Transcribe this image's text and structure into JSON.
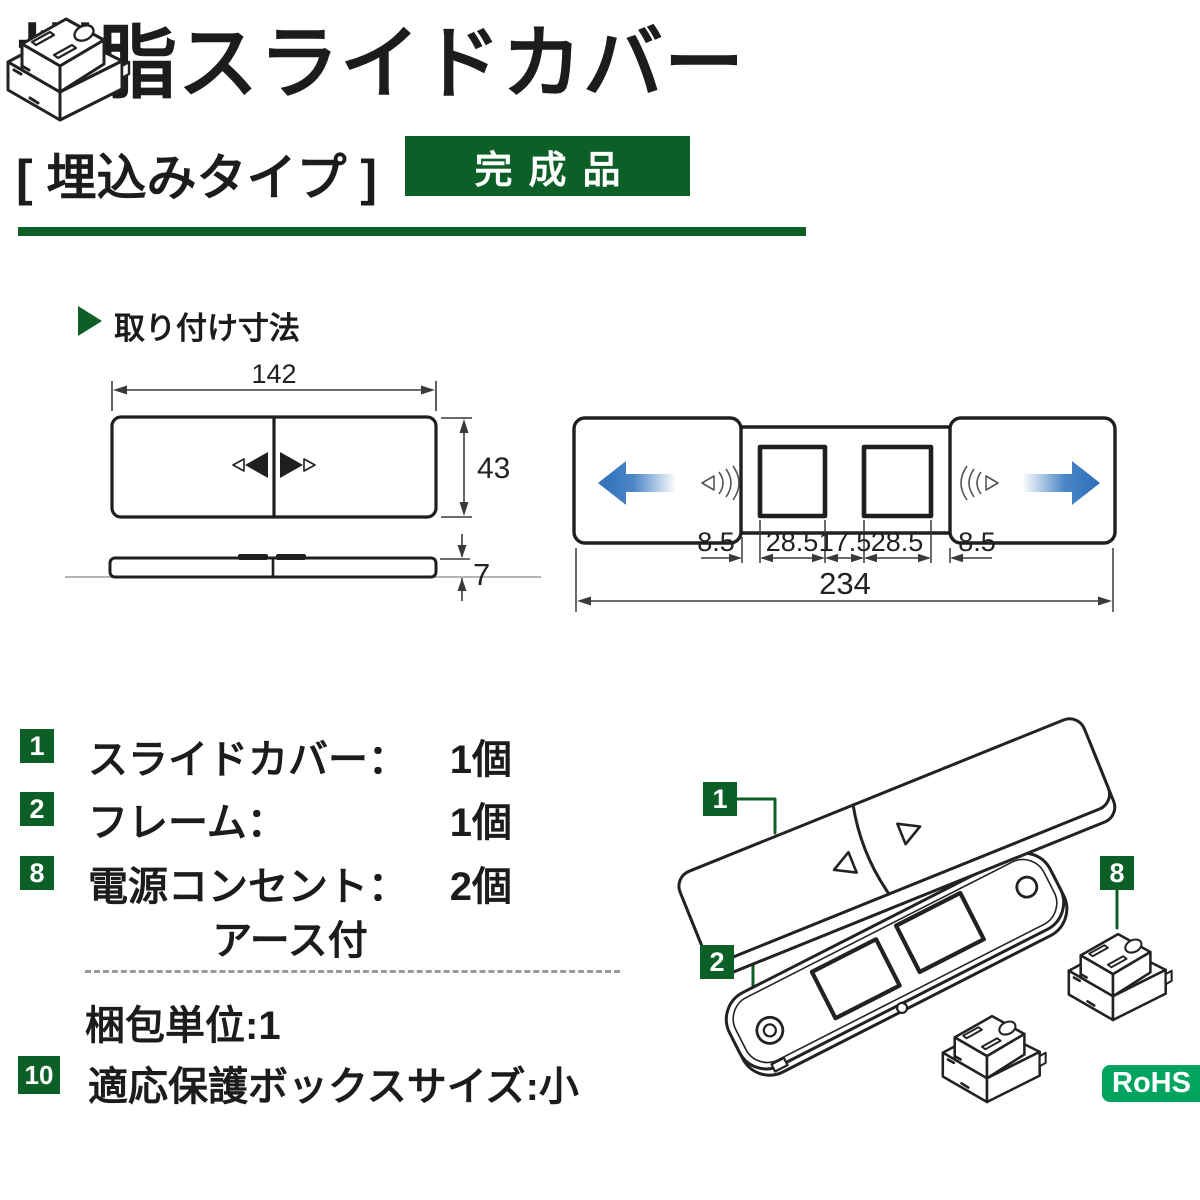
{
  "header": {
    "title": "樹脂スライドカバー",
    "subtitle": "[ 埋込みタイプ ]",
    "badge": "完成品"
  },
  "section": {
    "heading": "取り付け寸法"
  },
  "front_view": {
    "width": "142",
    "height": "43",
    "thickness": "7"
  },
  "slide_view": {
    "segments": [
      "8.5",
      "28.5",
      "17.5",
      "28.5",
      "8.5"
    ],
    "total": "234"
  },
  "parts_list": [
    {
      "num": "1",
      "label": "スライドカバー：",
      "qty": "1個"
    },
    {
      "num": "2",
      "label": "フレーム：",
      "qty": "1個"
    },
    {
      "num": "8",
      "label": "電源コンセント：",
      "qty": "2個",
      "note": "アース付"
    }
  ],
  "packing": {
    "label": "梱包単位:1"
  },
  "protection_box": {
    "num": "10",
    "label": "適応保護ボックスサイズ:小"
  },
  "exploded": {
    "label_cover": "1",
    "label_frame": "2",
    "label_outlet": "8"
  },
  "rohs": {
    "label": "RoHS 2"
  },
  "colors": {
    "dark_green": "#0d5f28",
    "rohs_green": "#00a45e",
    "arrow_blue": "#2e6fb8"
  }
}
